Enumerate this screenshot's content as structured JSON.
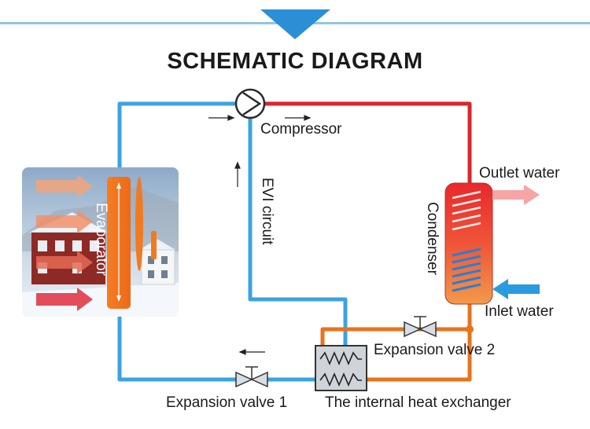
{
  "diagram": {
    "title": "SCHEMATIC DIAGRAM",
    "labels": {
      "compressor": "Compressor",
      "evi_circuit": "EVI circuit",
      "evaporator": "Evaporator",
      "condenser": "Condenser",
      "outlet_water": "Outlet water",
      "inlet_water": "Inlet water",
      "expansion_valve_1": "Expansion valve 1",
      "expansion_valve_2": "Expansion valve 2",
      "internal_heat_exchanger": "The internal heat exchanger"
    },
    "colors": {
      "cold_line": "#3ba3e0",
      "hot_line": "#d9262e",
      "mid_line": "#e8731c",
      "accent_blue": "#2a8fd6",
      "evaporator": "#f07a22"
    }
  }
}
